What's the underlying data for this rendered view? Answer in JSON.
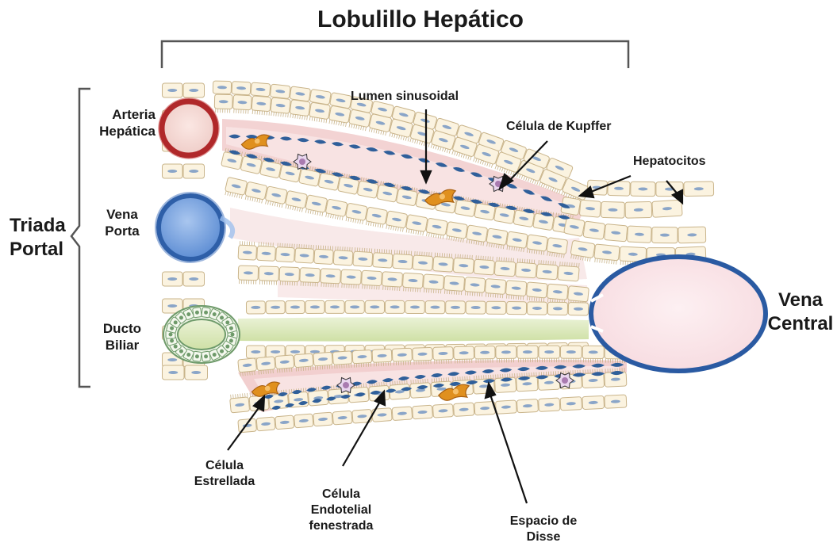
{
  "title": "Lobulillo Hepático",
  "labels": {
    "triada_portal": [
      "Triada",
      "Portal"
    ],
    "arteria_hepatica": [
      "Arteria",
      "Hepática"
    ],
    "vena_porta": [
      "Vena",
      "Porta"
    ],
    "ducto_biliar": [
      "Ducto",
      "Biliar"
    ],
    "vena_central": [
      "Vena",
      "Central"
    ],
    "lumen_sinusoidal": "Lumen sinusoidal",
    "celula_kupffer": "Célula de Kupffer",
    "hepatocitos": "Hepatocitos",
    "celula_estrellada": [
      "Célula",
      "Estrellada"
    ],
    "celula_endotelial": [
      "Célula",
      "Endotelial",
      "fenestrada"
    ],
    "espacio_disse": [
      "Espacio de",
      "Disse"
    ]
  },
  "colors": {
    "hepatocyte_fill": "#fbf3e0",
    "hepatocyte_stroke": "#c9b48a",
    "nucleus": "#8aa5c8",
    "endothelial": "#2f5f9a",
    "sinusoid_lumen": "#f6dcdc",
    "disse_space": "#f0c9c9",
    "artery_wall": "#b0282a",
    "artery_lumen": "#f5d7d3",
    "portal_vein_wall": "#2e5fa8",
    "portal_vein_lumen": "#7aa4dd",
    "bile_duct_epithelium": "#6e9a6a",
    "bile_duct_lumen": "#dfe9c5",
    "bile_canal": "#d6e6b0",
    "central_vein_wall": "#2a5aa2",
    "central_vein_lumen": "#fbe6ea",
    "stellate_cell": "#e0901e",
    "kupffer_cell": "#a97bb0",
    "bracket": "#555555",
    "arrow": "#111111"
  }
}
